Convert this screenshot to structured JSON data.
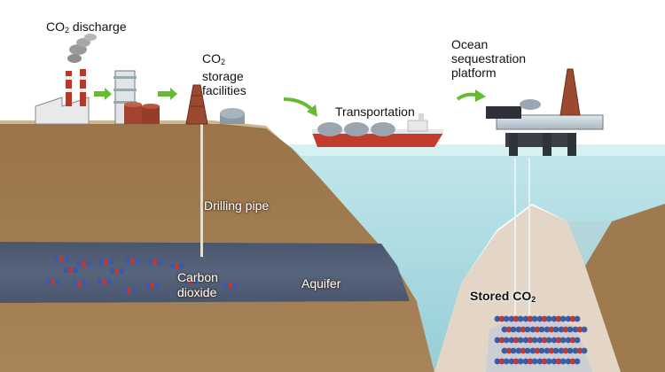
{
  "labels": {
    "co2_discharge": {
      "main": "CO",
      "sub": "2",
      "rest": " discharge"
    },
    "storage": {
      "line1_main": "CO",
      "line1_sub": "2",
      "line2": "storage",
      "line3": "facilities"
    },
    "transportation": "Transportation",
    "ocean_platform": {
      "line1": "Ocean",
      "line2": "sequestration",
      "line3": "platform"
    },
    "drilling_pipe": "Drilling pipe",
    "carbon_dioxide": {
      "line1": "Carbon",
      "line2": "dioxide"
    },
    "aquifer": "Aquifer",
    "stored": {
      "main": "Stored CO",
      "sub": "2"
    }
  },
  "colors": {
    "sky": "#ffffff",
    "land_top": "#c9b595",
    "land_soil": "#a07a4f",
    "aquifer_layer": "#4f5f7a",
    "sea": "#9fd6df",
    "seabed": "#8a6a44",
    "arrow": "#66bb33",
    "molecule_red": "#c0392b",
    "molecule_blue": "#3b5aa8"
  }
}
